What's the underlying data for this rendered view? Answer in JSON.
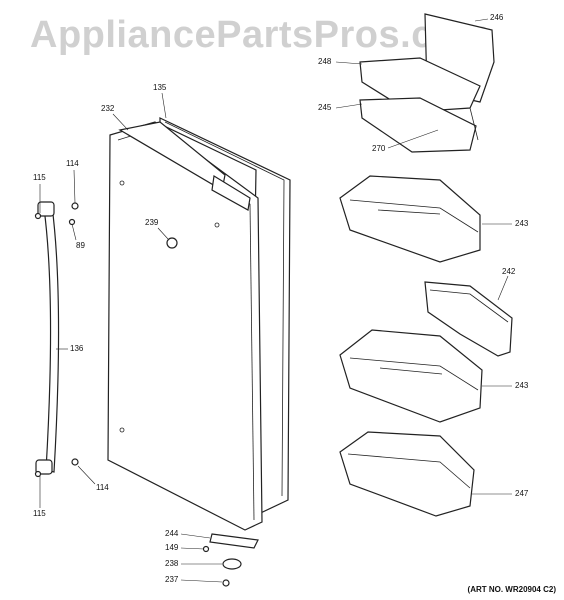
{
  "watermark": "AppliancePartsPros.com",
  "art_number": "(ART NO. WR20904 C2)",
  "callouts": {
    "c246": "246",
    "c248": "248",
    "c245": "245",
    "c270": "270",
    "c135": "135",
    "c232": "232",
    "c114a": "114",
    "c115a": "115",
    "c89": "89",
    "c239": "239",
    "c243a": "243",
    "c242": "242",
    "c136": "136",
    "c243b": "243",
    "c114b": "114",
    "c247": "247",
    "c115b": "115",
    "c244": "244",
    "c149": "149",
    "c238": "238",
    "c237": "237"
  }
}
